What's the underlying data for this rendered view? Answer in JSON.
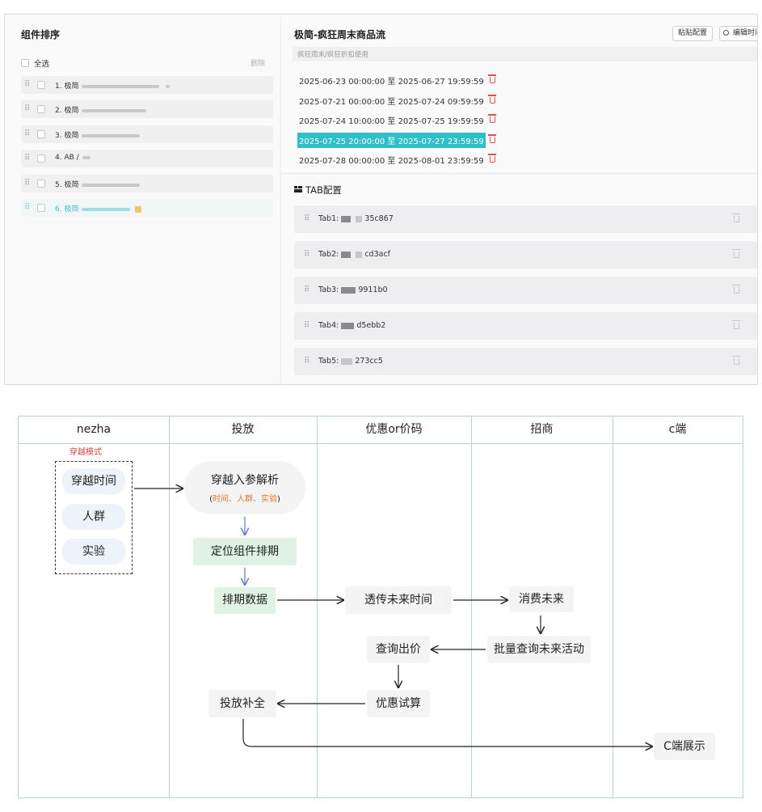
{
  "left_panel": {
    "title": "组件排序",
    "select_all": "全选",
    "delete": "删除",
    "items": [
      {
        "label": "1. 极简"
      },
      {
        "label": "2. 极简"
      },
      {
        "label": "3. 极简"
      },
      {
        "label": "4. AB /"
      },
      {
        "label": "5. 极简"
      },
      {
        "label": "6. 极简"
      }
    ]
  },
  "right_panel": {
    "title": "极简-疯狂周末商品流",
    "subtitle": "疯狂周末/疯狂折扣使用",
    "paste_button": "粘贴配置",
    "edit_button": "编辑时间",
    "date_ranges": [
      "2025-06-23 00:00:00 至 2025-06-27 19:59:59",
      "2025-07-21 00:00:00 至 2025-07-24 09:59:59",
      "2025-07-24 10:00:00 至 2025-07-25 19:59:59",
      "2025-07-25 20:00:00 至 2025-07-27 23:59:59",
      "2025-07-28 00:00:00 至 2025-08-01 23:59:59"
    ],
    "selected_range_index": 3,
    "tab_section_title": "TAB配置",
    "tabs": [
      {
        "label": "Tab1:",
        "suffix": "35c867"
      },
      {
        "label": "Tab2:",
        "suffix": "cd3acf"
      },
      {
        "label": "Tab3:",
        "suffix": "9911b0"
      },
      {
        "label": "Tab4:",
        "suffix": "d5ebb2"
      },
      {
        "label": "Tab5:",
        "suffix": "273cc5"
      }
    ]
  },
  "flow": {
    "lanes": [
      "nezha",
      "投放",
      "优惠or价码",
      "招商",
      "c端"
    ],
    "mode_label": "穿越模式",
    "pills": [
      "穿越时间",
      "人群",
      "实验"
    ],
    "parse_node": "穿越入参解析",
    "parse_sub_open": "(",
    "parse_sub": "时间、人群、实验",
    "parse_sub_close": ")",
    "locate_node": "定位组件排期",
    "schedule_node": "排期数据",
    "pass_node": "透传未来时间",
    "consume_node": "消费未来",
    "batch_node": "批量查询未来活动",
    "query_node": "查询出价",
    "trial_node": "优惠试算",
    "supplement_node": "投放补全",
    "display_node": "C端展示"
  },
  "colors": {
    "accent": "#2fbfc9",
    "danger": "#e34d4d",
    "orange_text": "#e0742a",
    "lane_border": "#b8d7c8",
    "green_node": "#dff2e4",
    "pill_bg": "#eef2fb"
  }
}
